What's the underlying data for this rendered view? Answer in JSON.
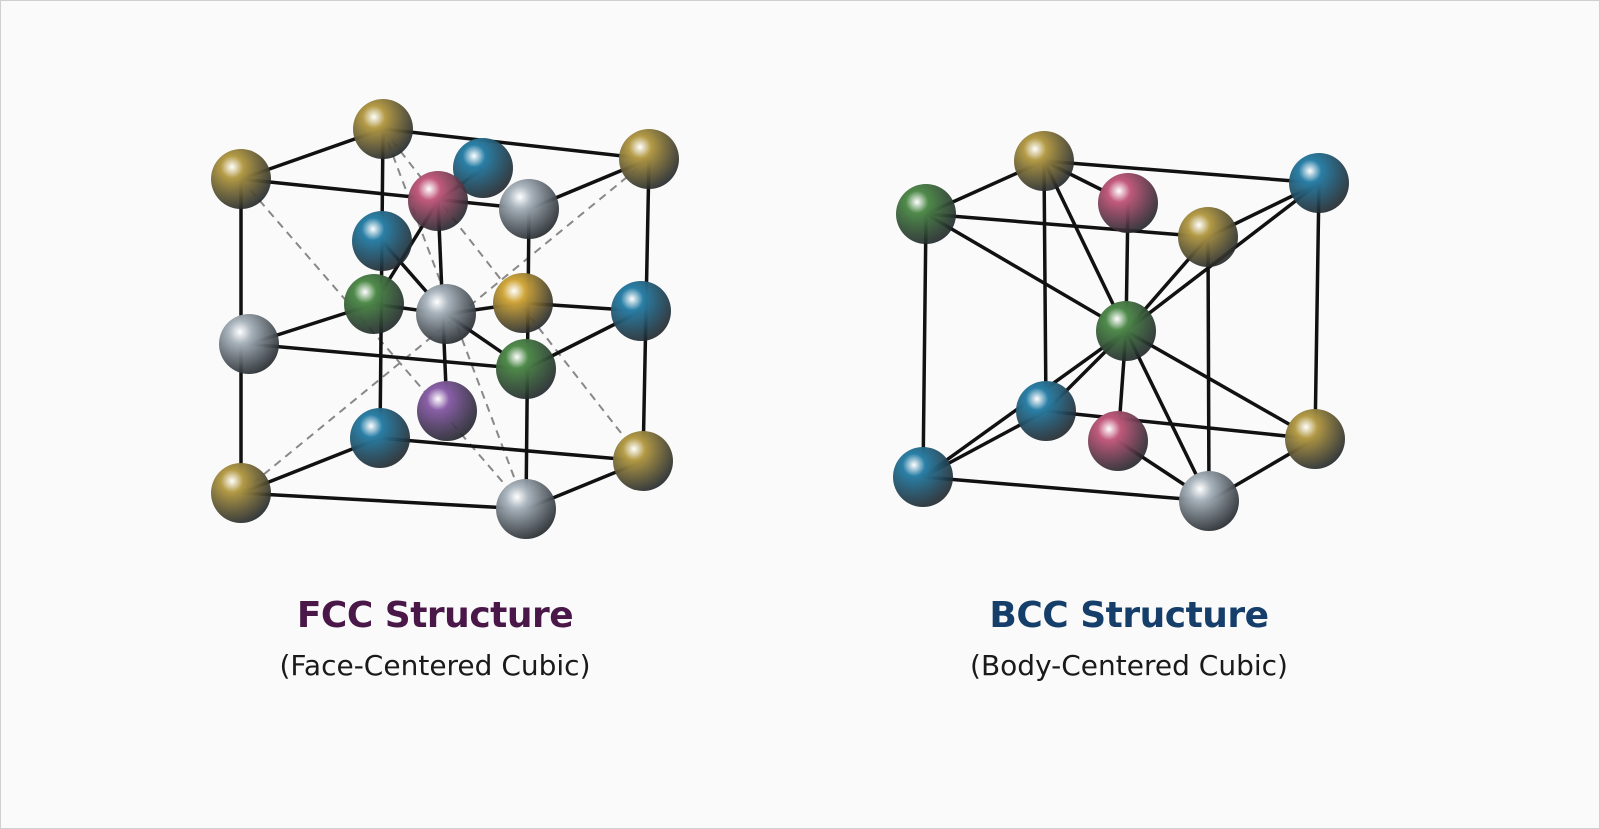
{
  "fcc": {
    "title": "FCC Structure",
    "subtitle": "(Face-Centered Cubic)",
    "title_color": "#4a1848"
  },
  "bcc": {
    "title": "BCC Structure",
    "subtitle": "(Body-Centered Cubic)",
    "title_color": "#153e6a"
  },
  "atom_colors": {
    "gold": "#b39a45",
    "blue": "#2a7fa6",
    "pink": "#c25a7c",
    "silver": "#a9b4bd",
    "green": "#4f8a4a",
    "purple": "#8a5fa8",
    "yellow": "#d0a63a"
  }
}
